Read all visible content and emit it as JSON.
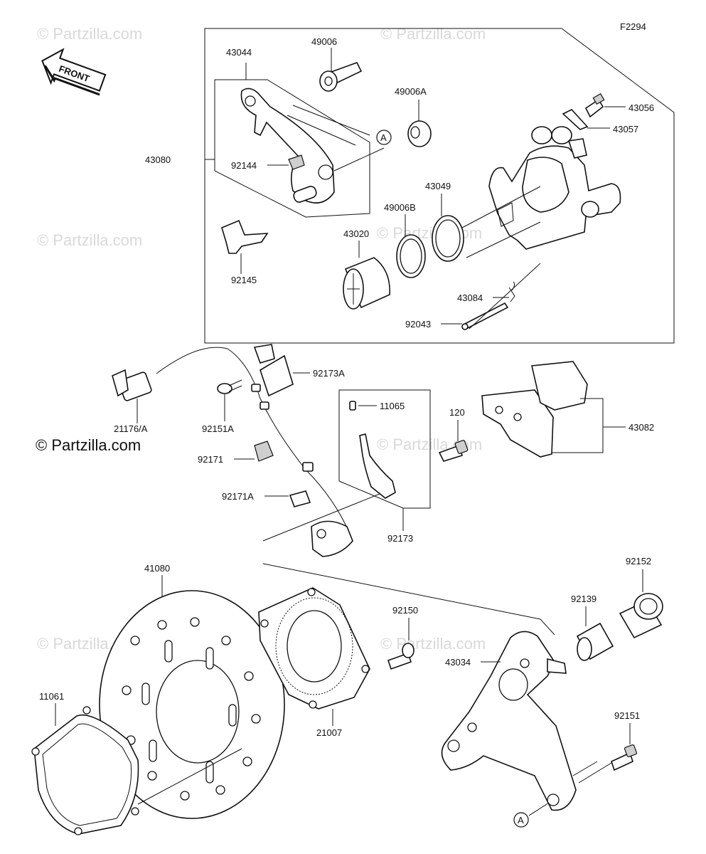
{
  "figure_code": "F2294",
  "direction_label": "FRONT",
  "watermark": "© Partzilla.com",
  "reference_marker": "A",
  "callouts": [
    {
      "id": "43044",
      "text": "43044"
    },
    {
      "id": "49006",
      "text": "49006"
    },
    {
      "id": "49006A",
      "text": "49006A"
    },
    {
      "id": "43056",
      "text": "43056"
    },
    {
      "id": "43057",
      "text": "43057"
    },
    {
      "id": "43080",
      "text": "43080"
    },
    {
      "id": "92144",
      "text": "92144"
    },
    {
      "id": "43049",
      "text": "43049"
    },
    {
      "id": "49006B",
      "text": "49006B"
    },
    {
      "id": "43020",
      "text": "43020"
    },
    {
      "id": "92145",
      "text": "92145"
    },
    {
      "id": "43084",
      "text": "43084"
    },
    {
      "id": "92043",
      "text": "92043"
    },
    {
      "id": "92173A",
      "text": "92173A"
    },
    {
      "id": "11065",
      "text": "11065"
    },
    {
      "id": "120",
      "text": "120"
    },
    {
      "id": "43082",
      "text": "43082"
    },
    {
      "id": "21176A",
      "text": "21176/A"
    },
    {
      "id": "92151A",
      "text": "92151A"
    },
    {
      "id": "92171",
      "text": "92171"
    },
    {
      "id": "92171A",
      "text": "92171A"
    },
    {
      "id": "92173",
      "text": "92173"
    },
    {
      "id": "41080",
      "text": "41080"
    },
    {
      "id": "92152",
      "text": "92152"
    },
    {
      "id": "92139",
      "text": "92139"
    },
    {
      "id": "92150",
      "text": "92150"
    },
    {
      "id": "43034",
      "text": "43034"
    },
    {
      "id": "11061",
      "text": "11061"
    },
    {
      "id": "21007",
      "text": "21007"
    },
    {
      "id": "92151",
      "text": "92151"
    }
  ]
}
